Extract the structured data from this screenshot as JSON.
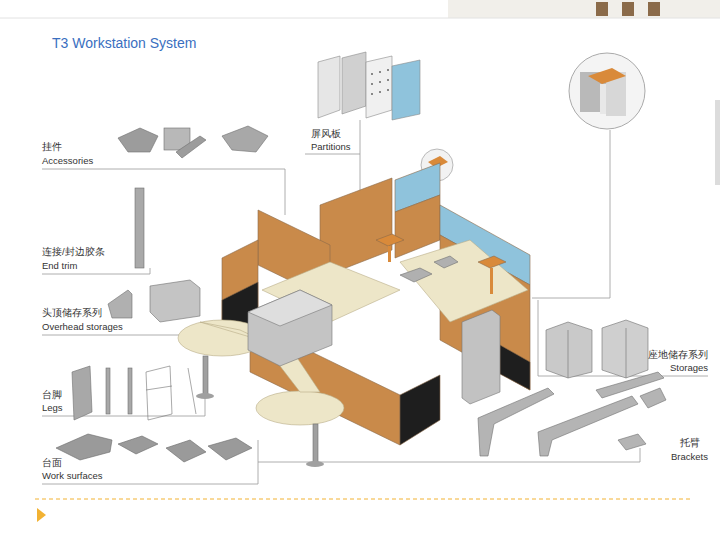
{
  "diagram": {
    "title": "T3 Workstation System",
    "labels": [
      "挂件",
      "Accessories",
      "屏风板",
      "Partitions",
      "连接/封边胶条",
      "End trim",
      "头顶储存系列",
      "Overhead storages",
      "台脚",
      "Legs",
      "台面",
      "Work surfaces",
      "座地储存系列",
      "Storages",
      "托臂",
      "Brackets"
    ]
  }
}
